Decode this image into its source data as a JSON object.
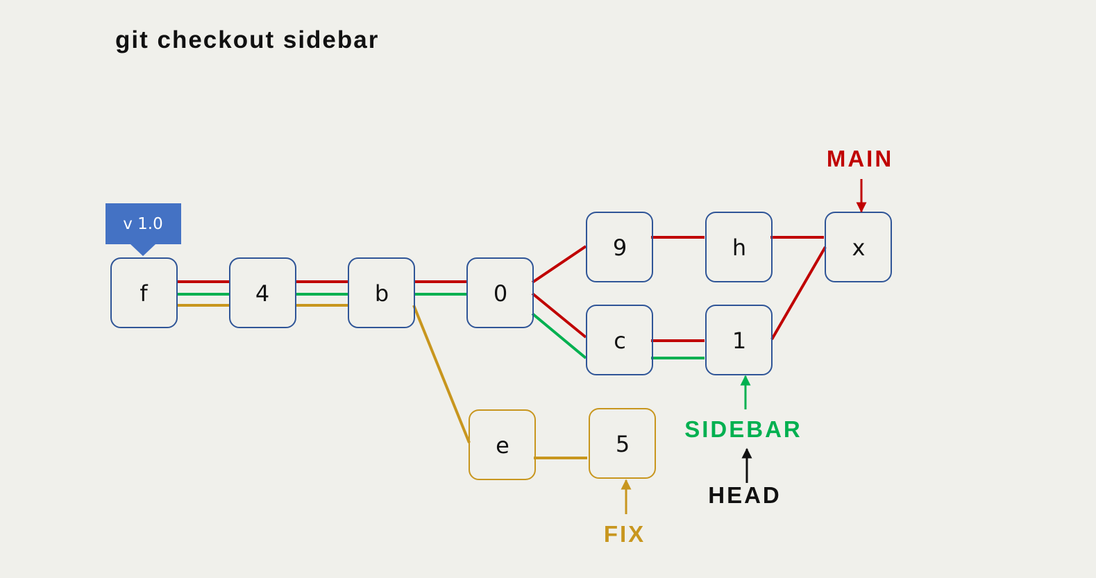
{
  "title": "git checkout sidebar",
  "colors": {
    "background": "#f0f0eb",
    "node_border": "#2f5597",
    "fix_branch": "#c8961e",
    "main_branch": "#c00000",
    "sidebar_branch": "#00b050",
    "head": "#111111",
    "tag_fill": "#4472c4"
  },
  "commits": [
    {
      "id": "f",
      "label": "f",
      "branch": "default"
    },
    {
      "id": "4",
      "label": "4",
      "branch": "default"
    },
    {
      "id": "b",
      "label": "b",
      "branch": "default"
    },
    {
      "id": "0",
      "label": "0",
      "branch": "default"
    },
    {
      "id": "9",
      "label": "9",
      "branch": "default"
    },
    {
      "id": "h",
      "label": "h",
      "branch": "default"
    },
    {
      "id": "x",
      "label": "x",
      "branch": "default"
    },
    {
      "id": "c",
      "label": "c",
      "branch": "default"
    },
    {
      "id": "1",
      "label": "1",
      "branch": "default"
    },
    {
      "id": "e",
      "label": "e",
      "branch": "fix"
    },
    {
      "id": "5",
      "label": "5",
      "branch": "fix"
    }
  ],
  "edges": [
    {
      "from": "f",
      "to": "4",
      "branches": [
        "main",
        "sidebar",
        "fix"
      ]
    },
    {
      "from": "4",
      "to": "b",
      "branches": [
        "main",
        "sidebar",
        "fix"
      ]
    },
    {
      "from": "b",
      "to": "0",
      "branches": [
        "main",
        "sidebar"
      ]
    },
    {
      "from": "b",
      "to": "e",
      "branches": [
        "fix"
      ]
    },
    {
      "from": "e",
      "to": "5",
      "branches": [
        "fix"
      ]
    },
    {
      "from": "0",
      "to": "9",
      "branches": [
        "main"
      ]
    },
    {
      "from": "9",
      "to": "h",
      "branches": [
        "main"
      ]
    },
    {
      "from": "h",
      "to": "x",
      "branches": [
        "main"
      ]
    },
    {
      "from": "0",
      "to": "c",
      "branches": [
        "main",
        "sidebar"
      ]
    },
    {
      "from": "c",
      "to": "1",
      "branches": [
        "main",
        "sidebar"
      ]
    },
    {
      "from": "1",
      "to": "x",
      "branches": [
        "main"
      ]
    }
  ],
  "tag": {
    "label": "v 1.0",
    "target": "f"
  },
  "refs": [
    {
      "id": "main",
      "label": "MAIN",
      "target": "x",
      "side": "above",
      "color_key": "main_branch"
    },
    {
      "id": "sidebar",
      "label": "SIDEBAR",
      "target": "1",
      "side": "below",
      "color_key": "sidebar_branch"
    },
    {
      "id": "fix",
      "label": "FIX",
      "target": "5",
      "side": "below",
      "color_key": "fix_branch"
    },
    {
      "id": "head",
      "label": "HEAD",
      "target": "sidebar",
      "side": "below",
      "color_key": "head"
    }
  ]
}
